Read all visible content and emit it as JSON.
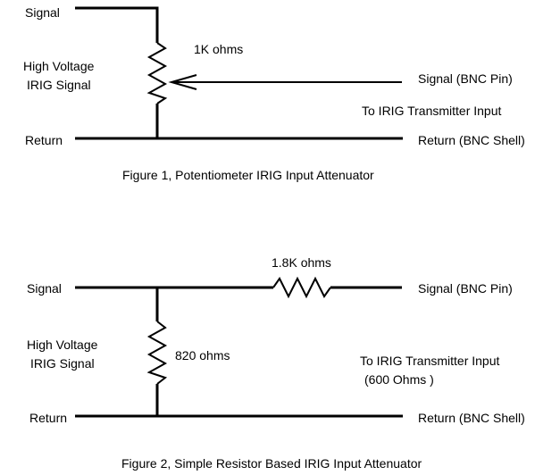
{
  "figure1": {
    "signal_label": "Signal",
    "return_label": "Return",
    "source_label_line1": "High Voltage",
    "source_label_line2": "IRIG Signal",
    "pot_value": "1K ohms",
    "out_signal_label": "Signal (BNC Pin)",
    "out_return_label": "Return (BNC Shell)",
    "destination_label": "To IRIG Transmitter Input",
    "caption": "Figure 1, Potentiometer IRIG Input Attenuator"
  },
  "figure2": {
    "signal_label": "Signal",
    "return_label": "Return",
    "source_label_line1": "High Voltage",
    "source_label_line2": "IRIG Signal",
    "series_value": "1.8K ohms",
    "shunt_value": "820 ohms",
    "out_signal_label": "Signal (BNC Pin)",
    "out_return_label": "Return (BNC Shell)",
    "destination_label": "To IRIG Transmitter Input",
    "impedance_label": "(600 Ohms )",
    "caption": "Figure 2, Simple Resistor Based IRIG Input Attenuator"
  }
}
